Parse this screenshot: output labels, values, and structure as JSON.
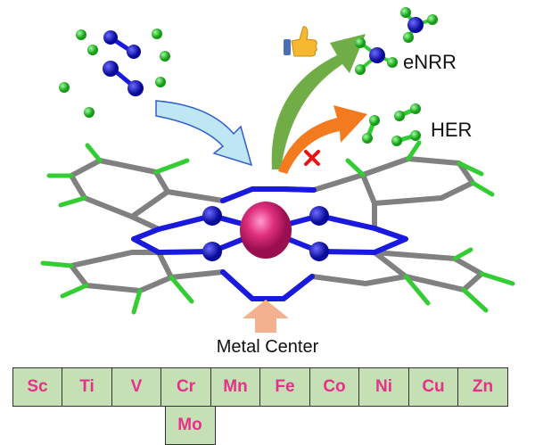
{
  "labels": {
    "enrr": "eNRR",
    "her": "HER",
    "metal_center": "Metal Center"
  },
  "metals_row": [
    "Sc",
    "Ti",
    "V",
    "Cr",
    "Mn",
    "Fe",
    "Co",
    "Ni",
    "Cu",
    "Zn"
  ],
  "metals_extra": [
    "Mo"
  ],
  "icons": {
    "approve": "thumbs-up-icon",
    "reject": "red-cross-icon"
  },
  "colors": {
    "metal": "#e0307f",
    "nitrogen": "#1a1adf",
    "hydrogen": "#33cc33",
    "carbon": "#7f7f7f",
    "cell_fill": "#c5e0b4",
    "cell_text": "#e8308a",
    "green_arrow": "#70ad47",
    "orange_arrow": "#f47a1f"
  }
}
